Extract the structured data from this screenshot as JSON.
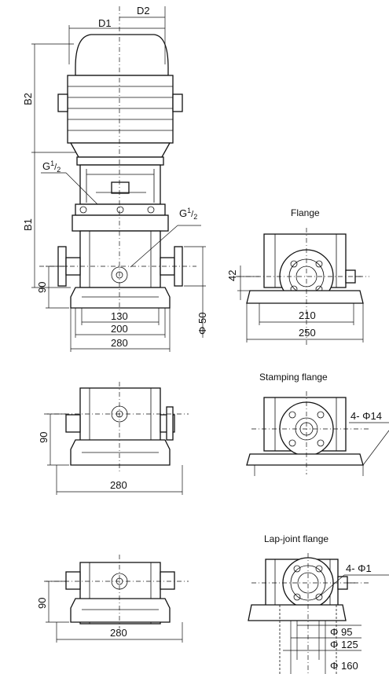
{
  "main_view": {
    "d1": "D1",
    "d2": "D2",
    "b1": "B1",
    "b2": "B2",
    "g_left": "G",
    "g_right": "G",
    "g_sup": "1",
    "g_sub": "2",
    "dim_90": "90",
    "dim_130": "130",
    "dim_200": "200",
    "dim_280": "280",
    "dim_phi50": "Φ 50"
  },
  "flange_view": {
    "title": "Flange",
    "dim_42": "42",
    "dim_210": "210",
    "dim_250": "250"
  },
  "stamping_section": {
    "title": "Stamping flange",
    "front_dim_90": "90",
    "front_dim_280": "280",
    "hole_callout": "4- Φ14"
  },
  "lapjoint_section": {
    "title": "Lap-joint flange",
    "front_dim_90": "90",
    "front_dim_280": "280",
    "hole_callout": "4- Φ1",
    "dim_phi95": "Φ 95",
    "dim_phi125": "Φ 125",
    "dim_phi160": "Φ 160"
  }
}
